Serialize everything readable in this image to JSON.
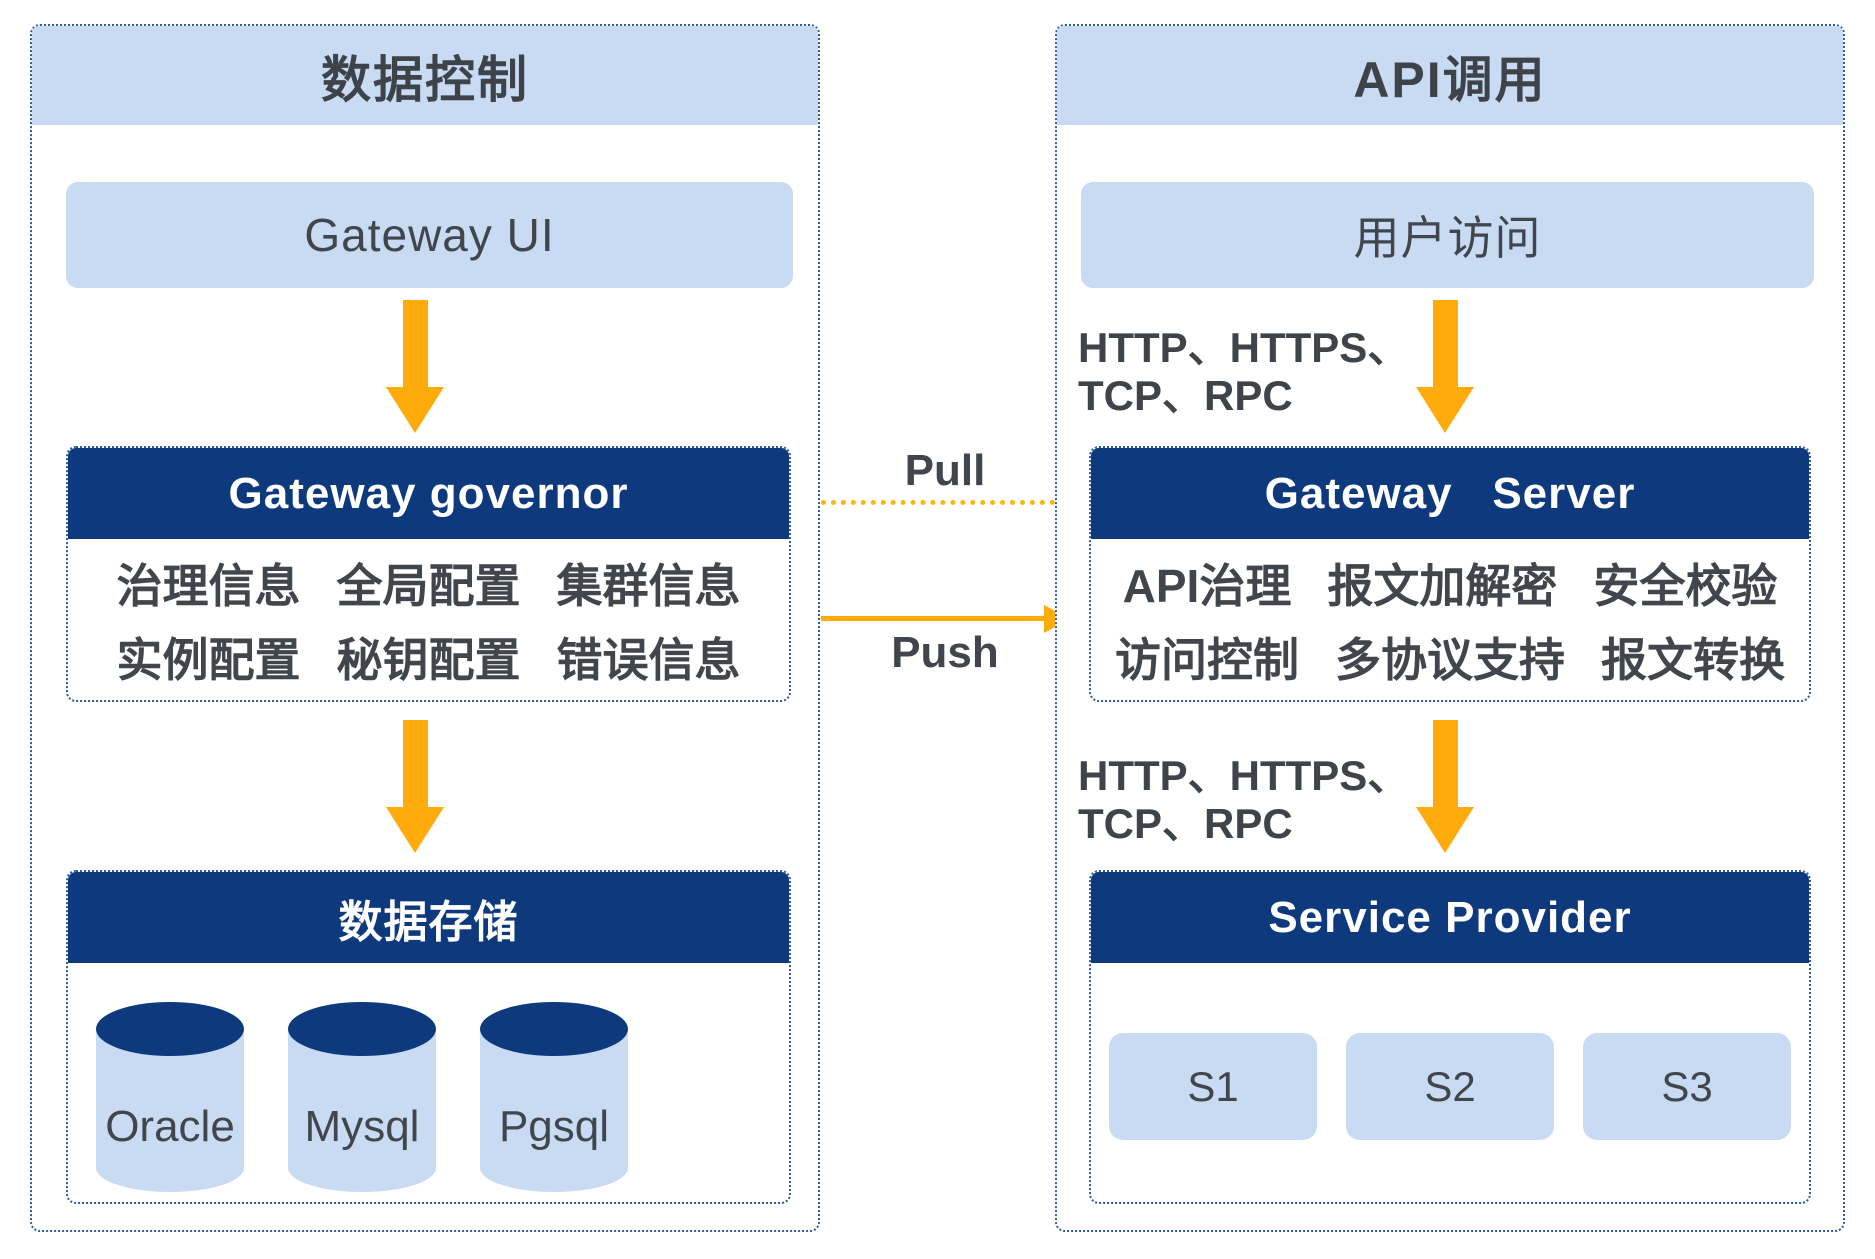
{
  "left_panel": {
    "title": "数据控制",
    "gateway_ui_label": "Gateway UI",
    "governor": {
      "title": "Gateway governor",
      "row1": [
        "治理信息",
        "全局配置",
        "集群信息"
      ],
      "row2": [
        "实例配置",
        "秘钥配置",
        "错误信息"
      ]
    },
    "storage": {
      "title": "数据存储",
      "databases": [
        "Oracle",
        "Mysql",
        "Pgsql"
      ]
    }
  },
  "connections": {
    "pull_label": "Pull",
    "push_label": "Push"
  },
  "right_panel": {
    "title": "API调用",
    "user_access_label": "用户访问",
    "protocols_top": [
      "HTTP、HTTPS、",
      "TCP、RPC"
    ],
    "server": {
      "title": "Gateway   Server",
      "row1": [
        "API治理",
        "报文加解密",
        "安全校验"
      ],
      "row2": [
        "访问控制",
        "多协议支持",
        "报文转换"
      ]
    },
    "protocols_bottom": [
      "HTTP、HTTPS、",
      "TCP、RPC"
    ],
    "provider": {
      "title": "Service Provider",
      "services": [
        "S1",
        "S2",
        "S3"
      ]
    }
  },
  "colors": {
    "navy": "#0E3A7D",
    "light_blue": "#C8DBF2",
    "orange": "#FFAB0B",
    "text_dark": "#3F444B",
    "dotted_border_blue": "#2A5CA2"
  }
}
